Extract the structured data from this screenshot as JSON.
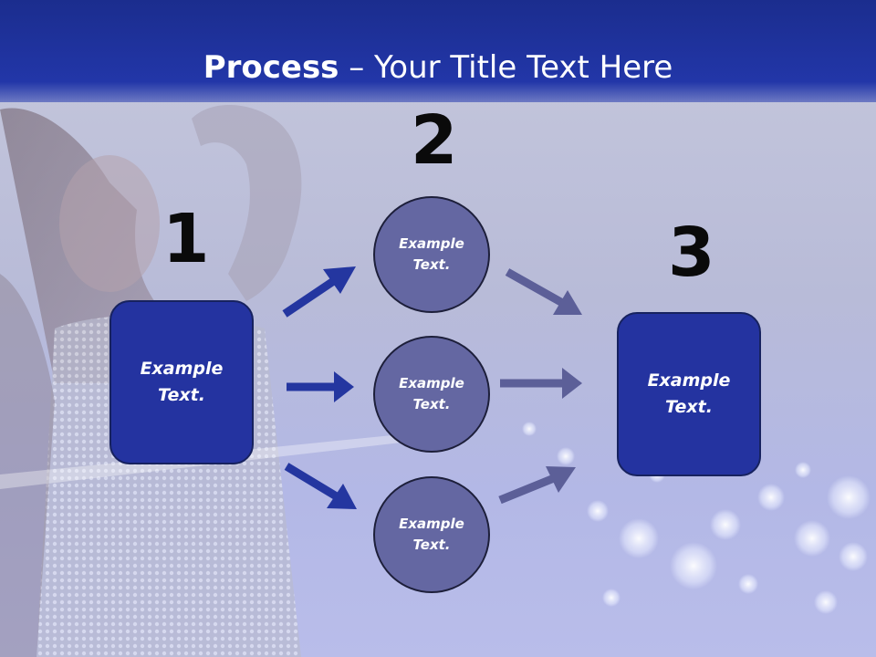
{
  "slide": {
    "title_bold": "Process",
    "title_rest": " – Your Title Text Here"
  },
  "steps": {
    "one": {
      "number": "1",
      "line1": "Example",
      "line2": "Text."
    },
    "two": {
      "number": "2"
    },
    "three": {
      "number": "3",
      "line1": "Example",
      "line2": "Text."
    }
  },
  "circles": [
    {
      "line1": "Example",
      "line2": "Text."
    },
    {
      "line1": "Example",
      "line2": "Text."
    },
    {
      "line1": "Example",
      "line2": "Text."
    }
  ],
  "colors": {
    "title_bar": "#2236a8",
    "box_fill": "#2433a0",
    "circle_fill": "#6467a2",
    "arrow_dark": "#2436a0",
    "arrow_light": "#5c5f98"
  }
}
